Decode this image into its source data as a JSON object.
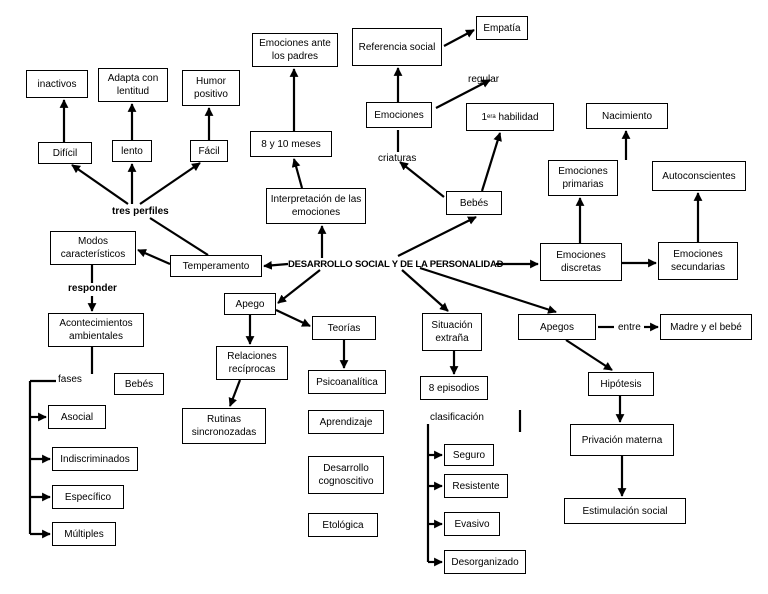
{
  "diagram": {
    "center": "DESARROLLO SOCIAL Y DE LA PERSONALIDAD",
    "nodes": {
      "inactivos": "inactivos",
      "adapta": "Adapta con lentitud",
      "humor": "Humor positivo",
      "dificil": "Difícil",
      "lento": "lento",
      "facil": "Fácil",
      "emociones_padres": "Emociones ante los padres",
      "ocho_diez_meses": "8 y 10 meses",
      "interpretacion": "Interpretación de las emociones",
      "referencia": "Referencia social",
      "empatia": "Empatía",
      "emociones": "Emociones",
      "primera_habilidad_num": "1",
      "primera_habilidad_sup": "era",
      "primera_habilidad_txt": " habilidad",
      "bebes_top": "Bebés",
      "nacimiento": "Nacimiento",
      "emociones_primarias": "Emociones primarias",
      "autoconscientes": "Autoconscientes",
      "emociones_discretas": "Emociones discretas",
      "emociones_secundarias": "Emociones secundarias",
      "modos": "Modos característicos",
      "temperamento": "Temperamento",
      "acontecimientos": "Acontecimientos ambientales",
      "apego": "Apego",
      "teorias": "Teorías",
      "relaciones": "Relaciones recíprocas",
      "rutinas": "Rutinas sincronozadas",
      "psicoanalitica": "Psicoanalítica",
      "aprendizaje": "Aprendizaje",
      "desarrollo_cognoscitivo": "Desarrollo cognoscitivo",
      "etologica": "Etológica",
      "bebes_left": "Bebés",
      "asocial": "Asocial",
      "indiscriminados": "Indiscriminados",
      "especifico": "Específico",
      "multiples": "Múltiples",
      "situacion": "Situación extraña",
      "ocho_episodios": "8 episodios",
      "seguro": "Seguro",
      "resistente": "Resistente",
      "evasivo": "Evasivo",
      "desorganizado": "Desorganizado",
      "apegos": "Apegos",
      "madre": "Madre y el bebé",
      "hipotesis": "Hipótesis",
      "privacion": "Privación materna",
      "estimulacion": "Estimulación social"
    },
    "labels": {
      "tres_perfiles": "tres perfiles",
      "responder": "responder",
      "fases": "fases",
      "regular": "regular",
      "criaturas": "criaturas",
      "clasificacion": "clasificación",
      "entre": "entre"
    }
  }
}
